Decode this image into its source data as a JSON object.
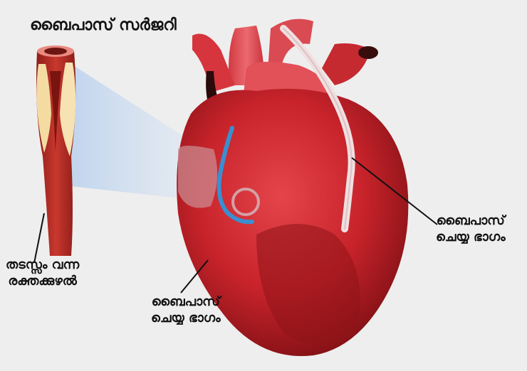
{
  "title": "ബൈപാസ് സർജറി",
  "labels": {
    "blocked_vessel_line1": "തടസ്സം വന്ന",
    "blocked_vessel_line2": "രക്തക്കുഴൽ",
    "bypass_left_line1": "ബൈപാസ്",
    "bypass_left_line2": "ചെയ്യ ഭാഗം",
    "bypass_right_line1": "ബൈപാസ്",
    "bypass_right_line2": "ചെയ്യ ഭാഗം"
  },
  "colors": {
    "background": "#efeeee",
    "heart_red": "#c8232b",
    "heart_dark": "#8e1418",
    "vessel_wall": "#b72a26",
    "plaque": "#f4dba2",
    "graft_blue": "#3a8fd0",
    "graft_white": "#f3dede",
    "zoom_beam": "#c7d9f0"
  }
}
